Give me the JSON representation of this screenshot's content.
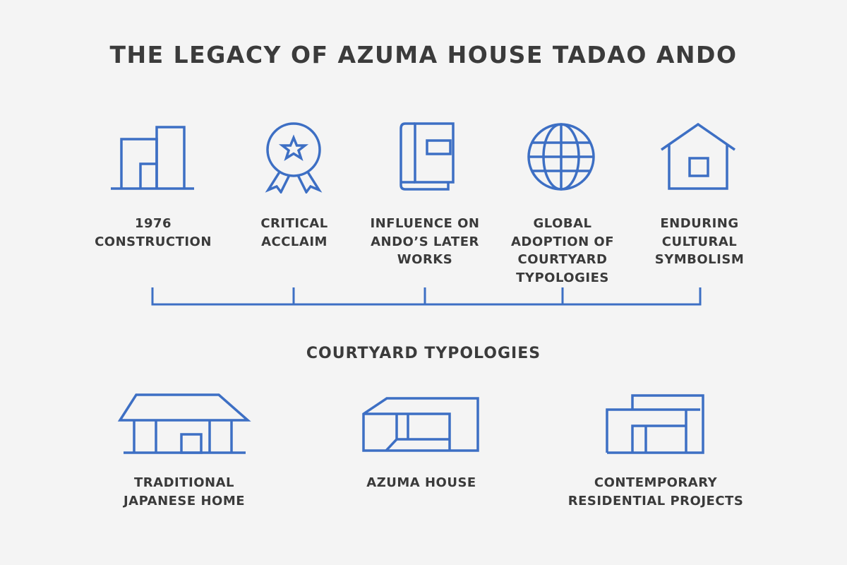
{
  "title": "THE LEGACY OF AZUMA HOUSE TADAO ANDO",
  "colors": {
    "accent": "#3d6fc4",
    "text": "#3a3a3a",
    "background": "#f4f4f4"
  },
  "timeline": {
    "items": [
      {
        "icon": "buildings-icon",
        "label": "1976\nCONSTRUCTION"
      },
      {
        "icon": "award-ribbon-icon",
        "label": "CRITICAL\nACCLAIM"
      },
      {
        "icon": "book-icon",
        "label": "INFLUENCE ON\nANDO’S LATER\nWORKS"
      },
      {
        "icon": "globe-icon",
        "label": "GLOBAL\nADOPTION OF\nCOURTYARD\nTYPOLOGIES"
      },
      {
        "icon": "house-icon",
        "label": "ENDURING\nCULTURAL\nSYMBOLISM"
      }
    ]
  },
  "typologies": {
    "heading": "COURTYARD TYPOLOGIES",
    "items": [
      {
        "icon": "traditional-house-icon",
        "label": "TRADITIONAL\nJAPANESE HOME"
      },
      {
        "icon": "azuma-house-icon",
        "label": "AZUMA HOUSE"
      },
      {
        "icon": "contemporary-house-icon",
        "label": "CONTEMPORARY\nRESIDENTIAL PROJECTS"
      }
    ]
  }
}
